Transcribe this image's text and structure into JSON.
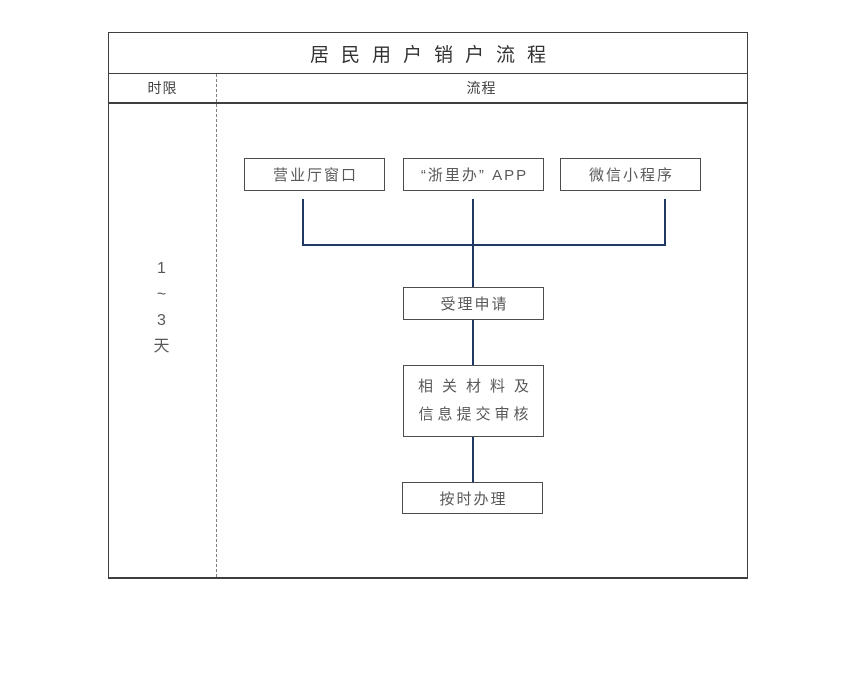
{
  "title": "居民用户销户流程",
  "header": {
    "time_column": "时限",
    "process_column": "流程"
  },
  "time_limit": {
    "line1": "1",
    "line2": "~",
    "line3": "3",
    "line4": "天"
  },
  "flow": {
    "channels": [
      {
        "label": "营业厅窗口"
      },
      {
        "label": "“浙里办” APP"
      },
      {
        "label": "微信小程序"
      }
    ],
    "steps": [
      {
        "label": "受理申请"
      },
      {
        "line1": "相关材料及",
        "line2": "信息提交审核"
      },
      {
        "label": "按时办理"
      }
    ]
  },
  "colors": {
    "table_border": "#3f3f3f",
    "box_border": "#4d4d4d",
    "box_text": "#595959",
    "title_text": "#333333",
    "connector": "#1f3864",
    "column_divider": "#7f7f7f"
  }
}
